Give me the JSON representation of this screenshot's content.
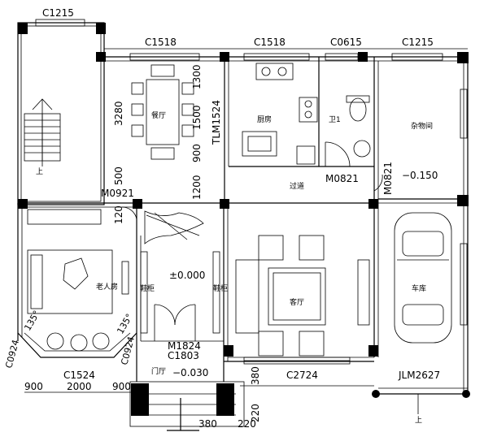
{
  "rooms": {
    "dining": "餐厅",
    "kitchen": "厨房",
    "bath": "卫1",
    "storage": "杂物间",
    "corridor": "过道",
    "elder_bedroom": "老人房",
    "living": "客厅",
    "garage": "车库",
    "stair_cabinet_left": "鞋柜",
    "stair_cabinet_right": "鞋柜",
    "entry": "门厅",
    "stair_up_left": "上",
    "stair_up_right": "上"
  },
  "windows": {
    "w_top_left": "C1215",
    "w_dining": "C1518",
    "w_kitchen": "C1518",
    "w_bath": "C0615",
    "w_storage": "C1215",
    "w_bedroom": "C1524",
    "w_living": "C2724",
    "w_bay_left": "C0924",
    "w_bay_right": "C0924",
    "w_entry": "C1803"
  },
  "doors": {
    "d_kitchen": "TLM1524",
    "d_bath": "M0821",
    "d_storage": "M0821",
    "d_bedroom": "M0921",
    "d_main": "M1824",
    "d_garage": "JLM2627"
  },
  "elevations": {
    "living": "±0.000",
    "garage": "−0.150",
    "entry": "−0.030"
  },
  "dimensions": {
    "d3280": "3280",
    "d1300": "1300",
    "d1500": "1500",
    "d900_v": "900",
    "d1200": "1200",
    "d500": "500",
    "d120": "120",
    "d900_l": "900",
    "d2000": "2000",
    "d900_r": "900",
    "d380_v": "380",
    "d220_v": "220",
    "d380_h": "380",
    "d220_h": "220",
    "d135_l": "135°",
    "d135_r": "135°"
  }
}
